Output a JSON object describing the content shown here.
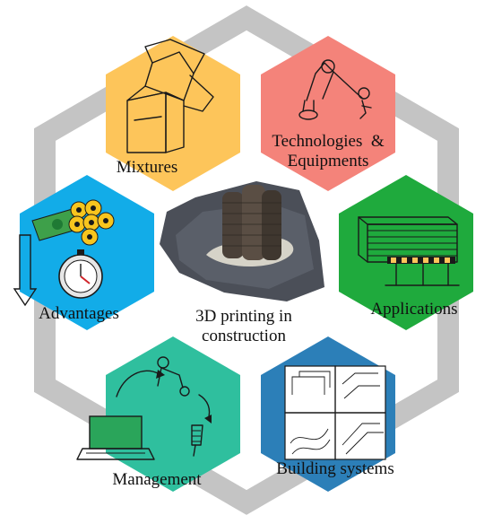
{
  "diagram": {
    "center": {
      "line1": "3D printing in",
      "line2": "construction"
    },
    "segments": [
      {
        "label": "Mixtures",
        "color": "#FDC55A",
        "icon": "concrete-mixer-icon"
      },
      {
        "label_line1": "Technologies  &",
        "label_line2": "Equipments",
        "color": "#F4837A",
        "icon": "robotic-arm-icon"
      },
      {
        "label": "Applications",
        "color": "#1FAA3D",
        "icon": "building-structure-icon"
      },
      {
        "label": "Building systems",
        "color": "#2C7FB8",
        "icon": "wall-systems-icon"
      },
      {
        "label": "Management",
        "color": "#2FBF9E",
        "icon": "laptop-robot-icon"
      },
      {
        "label": "Advantages",
        "color": "#12ACE8",
        "icon": "money-clock-icon"
      }
    ],
    "ring_color": "#C4C4C4"
  }
}
